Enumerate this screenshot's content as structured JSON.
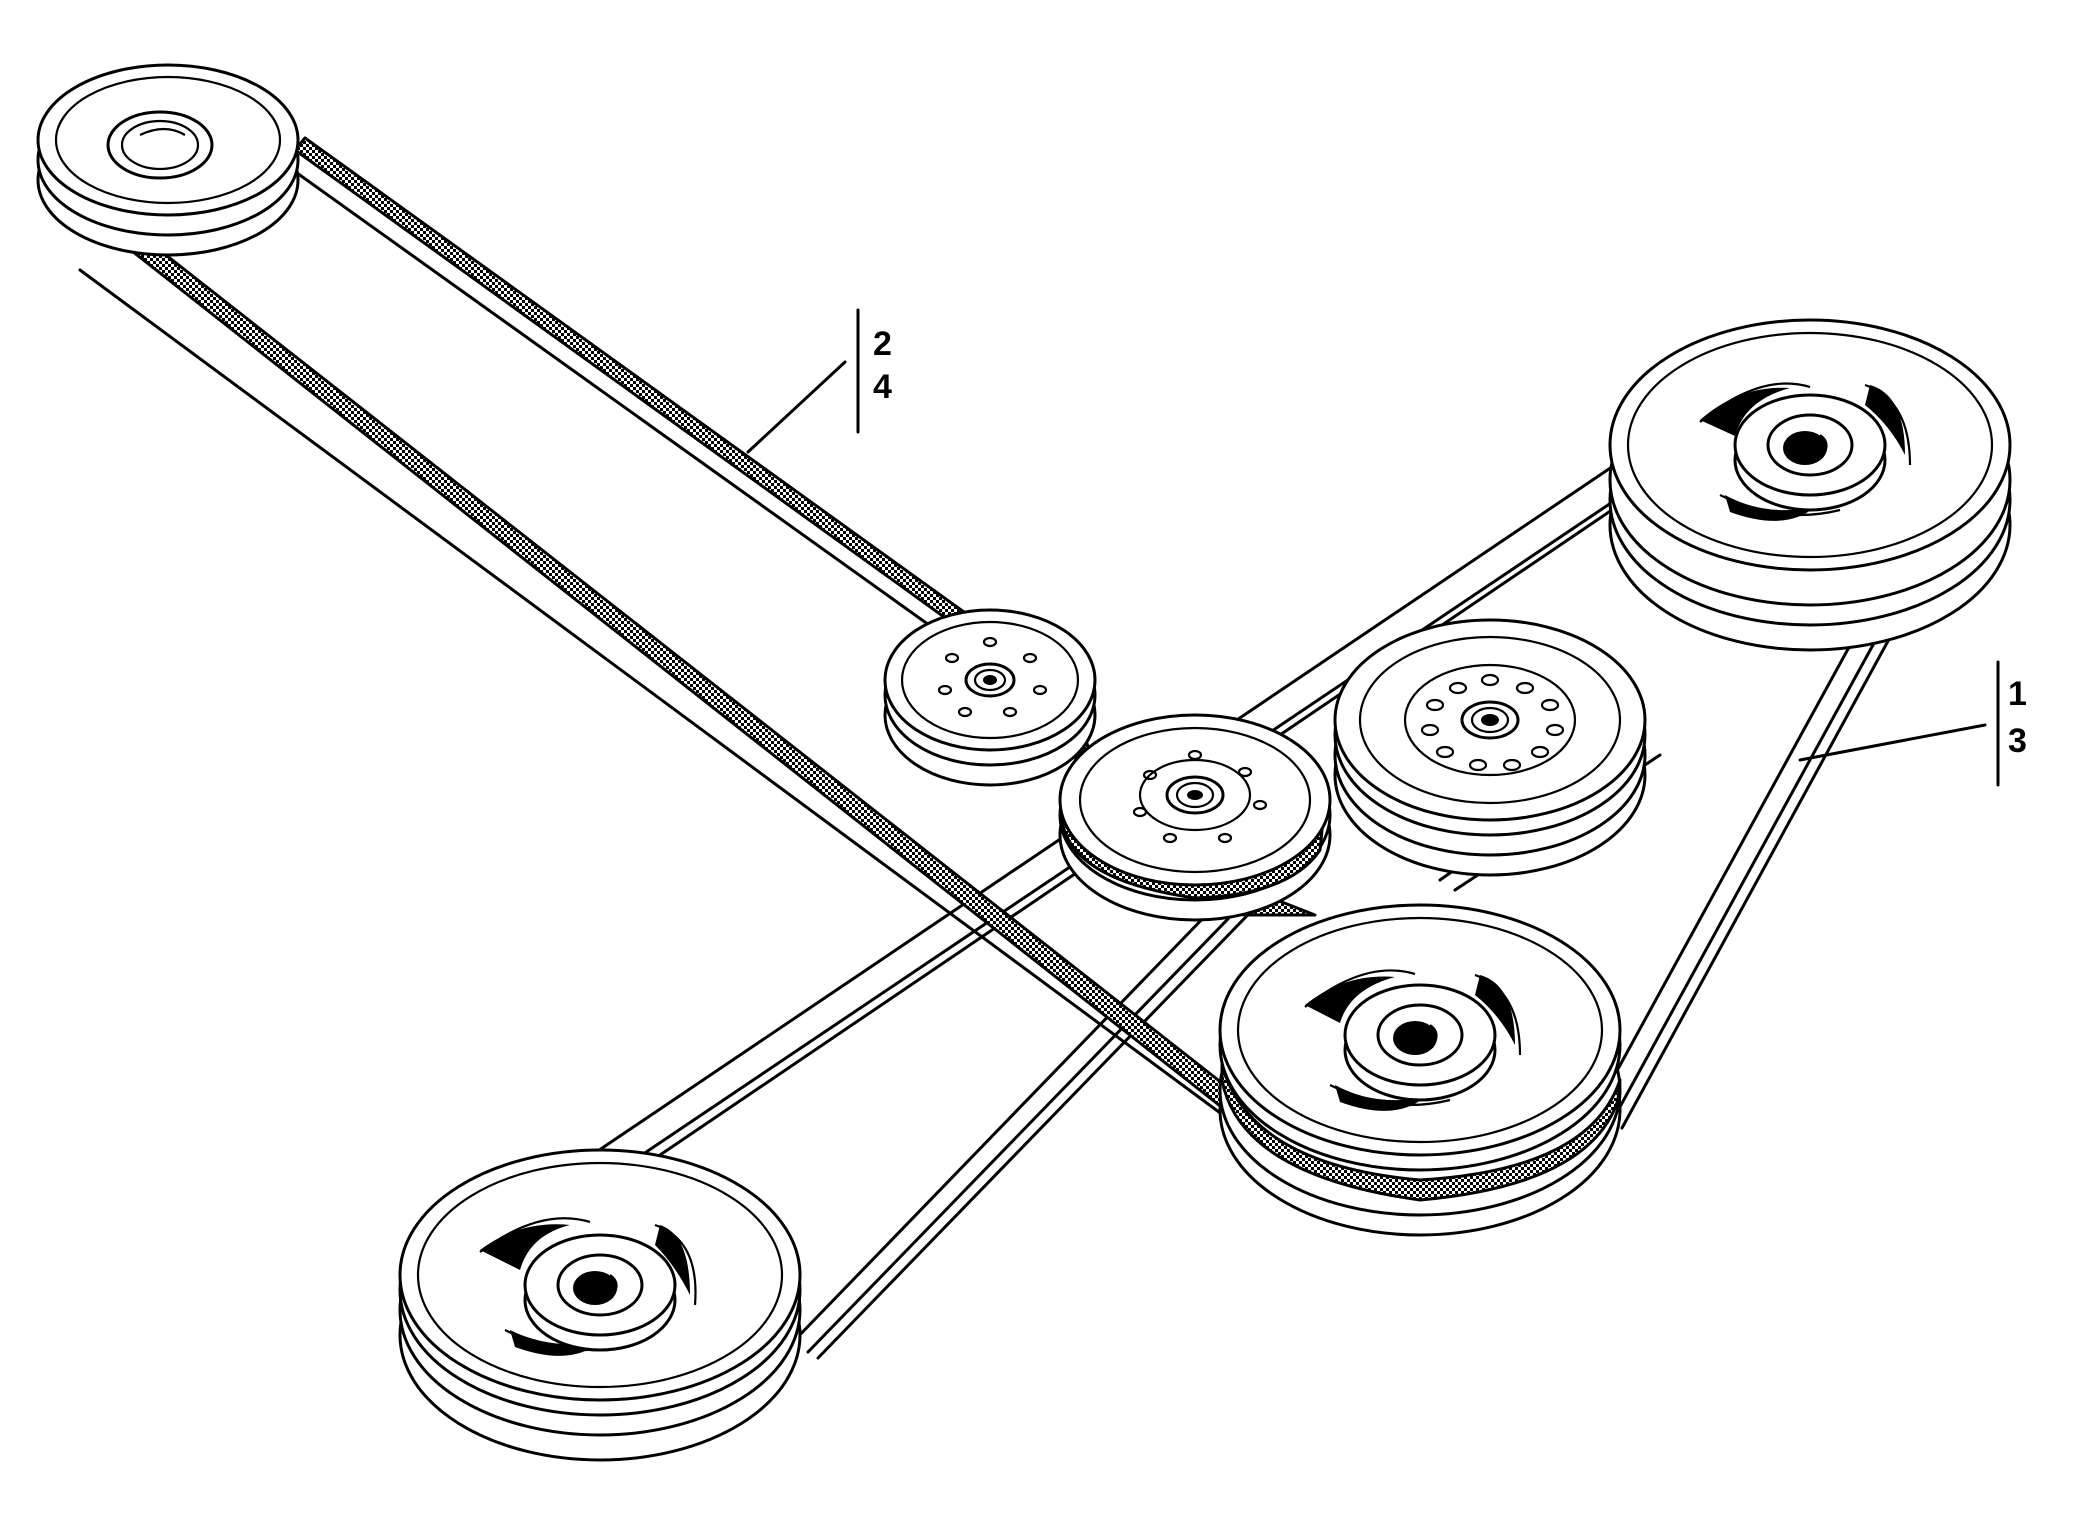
{
  "callouts": {
    "upper": {
      "top": "2",
      "bottom": "4"
    },
    "right": {
      "top": "1",
      "bottom": "3"
    }
  },
  "colors": {
    "ink": "#000000",
    "paper": "#ffffff"
  }
}
